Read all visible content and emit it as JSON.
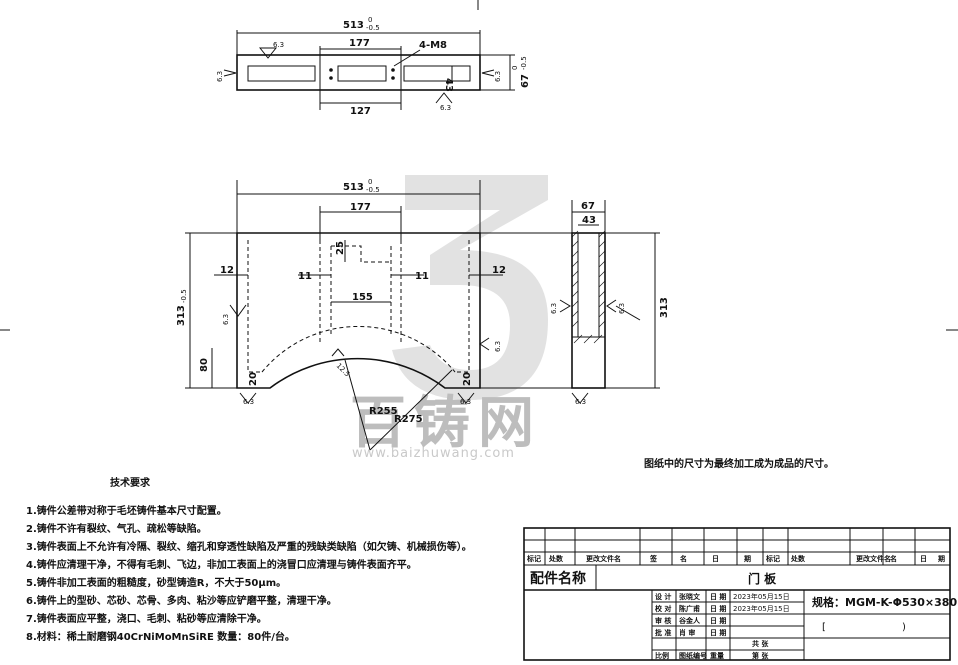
{
  "watermark": {
    "brand": "百铸网",
    "url": "www.baizhuwang.com"
  },
  "top_view": {
    "width": "513",
    "tol_upper": "0",
    "tol_lower": "-0.5",
    "slot_width": "177",
    "hole_spacing": "127",
    "holes": "4-M8",
    "inner_height": "43",
    "height": "67",
    "height_tol_upper": "0",
    "height_tol_lower": "-0.5",
    "rough_1": "6.3",
    "rough_2": "6.3",
    "rough_3": "6.3",
    "rough_4": "6.3"
  },
  "front_view": {
    "width": "513",
    "tol_upper": "0",
    "tol_lower": "-0.5",
    "height": "313",
    "height_tol": "-0.5",
    "window_width": "177",
    "window_depth": "25",
    "inner_width": "155",
    "wall_left": "11",
    "wall_right": "11",
    "side_left": "12",
    "side_right": "12",
    "foot_height": "80",
    "foot_left": "20",
    "foot_right": "20",
    "arc_roughness": "12.5",
    "radius_inner": "R255",
    "radius_outer": "R275",
    "rough_left": "6.3",
    "rough_right": "6.3",
    "rough_bottom_left": "6.3",
    "rough_bottom_right": "6.3"
  },
  "side_view": {
    "width": "67",
    "inner_width": "43",
    "height": "313",
    "rough_left": "6.3",
    "rough_right": "6.3",
    "rough_bottom": "6.3"
  },
  "remark": "图纸中的尺寸为最终加工成为成品的尺寸。",
  "notes": {
    "title": "技术要求",
    "items": [
      "1.铸件公差带对称于毛坯铸件基本尺寸配置。",
      "2.铸件不许有裂纹、气孔、疏松等缺陷。",
      "3.铸件表面上不允许有冷隔、裂纹、缩孔和穿透性缺陷及严重的残缺类缺陷（如欠铸、机械损伤等）。",
      "4.铸件应清理干净，不得有毛刺、飞边，非加工表面上的浇冒口应清理与铸件表面齐平。",
      "5.铸件非加工表面的粗糙度，砂型铸造R，不大于50μm。",
      "6.铸件上的型砂、芯砂、芯骨、多肉、粘沙等应铲磨平整，清理干净。",
      "7.铸件表面应平整，浇口、毛刺、粘砂等应清除干净。",
      "8.材料：稀土耐磨钢40CrNiMoMnSiRE        数量：80件/台。"
    ]
  },
  "title_block": {
    "rev_headers": [
      "标记",
      "处数",
      "更改文件名",
      "签",
      "名",
      "日",
      "期",
      "标记",
      "处数",
      "更改文件名",
      "签",
      "名",
      "日",
      "期"
    ],
    "part_name_label": "配件名称",
    "part_name": "门   板",
    "spec": "规格：MGM-K-Φ530×380",
    "sig_rows": [
      {
        "role": "设  计",
        "name": "张晓文",
        "date_label": "日  期",
        "date": "2023年05月15日"
      },
      {
        "role": "校  对",
        "name": "陈广甫",
        "date_label": "日  期",
        "date": "2023年05月15日"
      },
      {
        "role": "审  核",
        "name": "谷金人",
        "date_label": "日  期",
        "date": ""
      },
      {
        "role": "批  准",
        "name": "肖  审",
        "date_label": "日  期",
        "date": ""
      }
    ],
    "footer": [
      "比例",
      "图纸编号",
      "重量",
      "共  张",
      "第  张"
    ],
    "code_open": "[",
    "code_close": ")"
  }
}
